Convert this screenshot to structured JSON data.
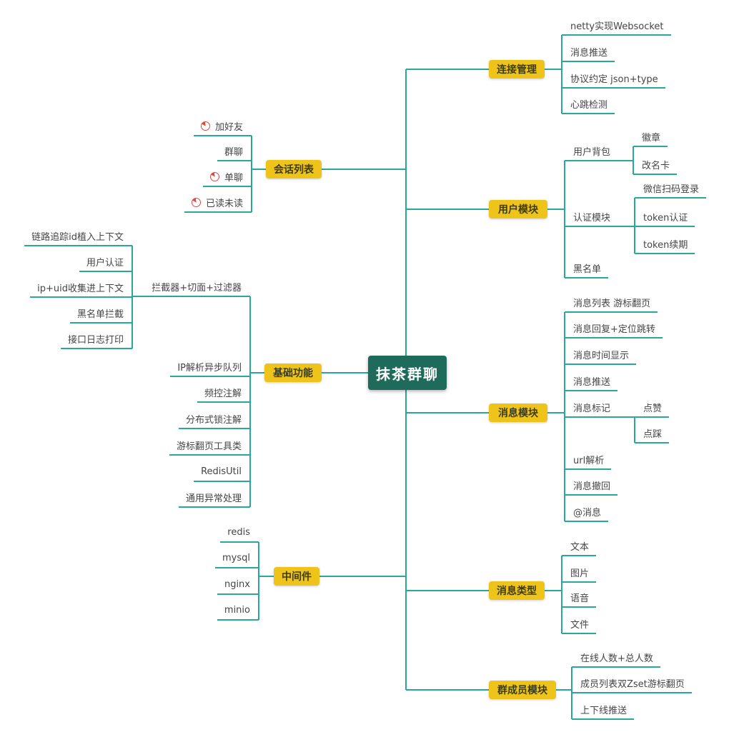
{
  "root": {
    "label": "抹茶群聊"
  },
  "branches": [
    {
      "id": "b-connect",
      "label": "连接管理",
      "children": [
        {
          "id": "netty",
          "label": "netty实现Websocket"
        },
        {
          "id": "msg-push-1",
          "label": "消息推送"
        },
        {
          "id": "protocol",
          "label": "协议约定 json+type"
        },
        {
          "id": "heartbeat",
          "label": "心跳检测"
        }
      ]
    },
    {
      "id": "b-user",
      "label": "用户模块",
      "children": [
        {
          "id": "user-bag",
          "label": "用户背包",
          "children": [
            {
              "id": "badge",
              "label": "徽章"
            },
            {
              "id": "rename-card",
              "label": "改名卡"
            }
          ]
        },
        {
          "id": "auth",
          "label": "认证模块",
          "children": [
            {
              "id": "wechat-scan",
              "label": "微信扫码登录"
            },
            {
              "id": "token-auth",
              "label": "token认证"
            },
            {
              "id": "token-renew",
              "label": "token续期"
            }
          ]
        },
        {
          "id": "blacklist",
          "label": "黑名单"
        }
      ]
    },
    {
      "id": "b-message",
      "label": "消息模块",
      "children": [
        {
          "id": "msg-list",
          "label": "消息列表 游标翻页"
        },
        {
          "id": "msg-reply",
          "label": "消息回复+定位跳转"
        },
        {
          "id": "msg-time",
          "label": "消息时间显示"
        },
        {
          "id": "msg-push-2",
          "label": "消息推送"
        },
        {
          "id": "msg-mark",
          "label": "消息标记",
          "children": [
            {
              "id": "like",
              "label": "点赞"
            },
            {
              "id": "dislike",
              "label": "点踩"
            }
          ]
        },
        {
          "id": "url-parse",
          "label": "url解析"
        },
        {
          "id": "msg-recall",
          "label": "消息撤回"
        },
        {
          "id": "at-msg",
          "label": "@消息"
        }
      ]
    },
    {
      "id": "b-msgtype",
      "label": "消息类型",
      "children": [
        {
          "id": "text",
          "label": "文本"
        },
        {
          "id": "image",
          "label": "图片"
        },
        {
          "id": "voice",
          "label": "语音"
        },
        {
          "id": "file",
          "label": "文件"
        }
      ]
    },
    {
      "id": "b-member",
      "label": "群成员模块",
      "children": [
        {
          "id": "online-count",
          "label": "在线人数+总人数"
        },
        {
          "id": "member-list",
          "label": "成员列表双Zset游标翻页"
        },
        {
          "id": "updown-push",
          "label": "上下线推送"
        }
      ]
    },
    {
      "id": "b-session",
      "label": "会话列表",
      "children": [
        {
          "id": "add-friend",
          "label": "加好友",
          "icon": "progress"
        },
        {
          "id": "group-chat",
          "label": "群聊"
        },
        {
          "id": "single-chat",
          "label": "单聊",
          "icon": "progress"
        },
        {
          "id": "read-unread",
          "label": "已读未读",
          "icon": "progress"
        }
      ]
    },
    {
      "id": "b-base",
      "label": "基础功能",
      "children": [
        {
          "id": "interceptor",
          "label": "拦截器+切面+过滤器",
          "children": [
            {
              "id": "trace-id",
              "label": "链路追踪id植入上下文"
            },
            {
              "id": "user-auth",
              "label": "用户认证"
            },
            {
              "id": "ip-uid",
              "label": "ip+uid收集进上下文"
            },
            {
              "id": "blacklist-block",
              "label": "黑名单拦截"
            },
            {
              "id": "api-log",
              "label": "接口日志打印"
            }
          ]
        },
        {
          "id": "ip-queue",
          "label": "IP解析异步队列"
        },
        {
          "id": "rate-limit",
          "label": "频控注解"
        },
        {
          "id": "dist-lock",
          "label": "分布式锁注解"
        },
        {
          "id": "cursor-page",
          "label": "游标翻页工具类"
        },
        {
          "id": "redis-util",
          "label": "RedisUtil"
        },
        {
          "id": "exception",
          "label": "通用异常处理"
        }
      ]
    },
    {
      "id": "b-middleware",
      "label": "中间件",
      "children": [
        {
          "id": "redis",
          "label": "redis"
        },
        {
          "id": "mysql",
          "label": "mysql"
        },
        {
          "id": "nginx",
          "label": "nginx"
        },
        {
          "id": "minio",
          "label": "minio"
        }
      ]
    }
  ],
  "colors": {
    "line": "#2AA79B",
    "branch_bg": "#EFC41A",
    "branch_text": "#3C3C14",
    "root_bg": "#1E6B5C",
    "root_text": "#FFFFFF",
    "leaf_text": "#454545",
    "icon_red": "#E2473C",
    "background": "#FFFFFF"
  }
}
